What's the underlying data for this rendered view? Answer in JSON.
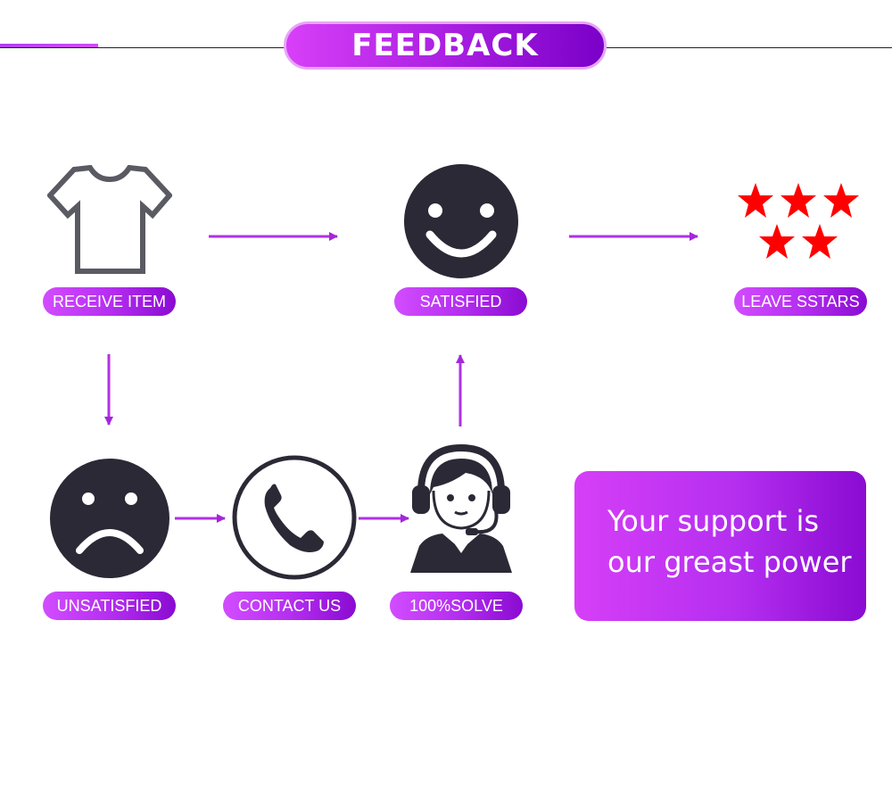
{
  "header": {
    "title": "FEEDBACK"
  },
  "steps": {
    "receive_item": "RECEIVE ITEM",
    "satisfied": "SATISFIED",
    "leave_stars": "LEAVE SSTARS",
    "unsatisfied": "UNSATISFIED",
    "contact_us": "CONTACT US",
    "solve": "100%SOLVE"
  },
  "message": {
    "line1": "Your support is",
    "line2": "our greast power"
  },
  "icons": {
    "receive_item": "t-shirt-icon",
    "satisfied": "smiling-face-icon",
    "leave_stars": "stars-icon",
    "unsatisfied": "sad-face-icon",
    "contact_us": "phone-icon",
    "solve": "support-agent-icon"
  },
  "colors": {
    "accent_light": "#d24cff",
    "accent_dark": "#8a0bd2",
    "icon_dark": "#2a2935",
    "star": "#ff0000"
  }
}
